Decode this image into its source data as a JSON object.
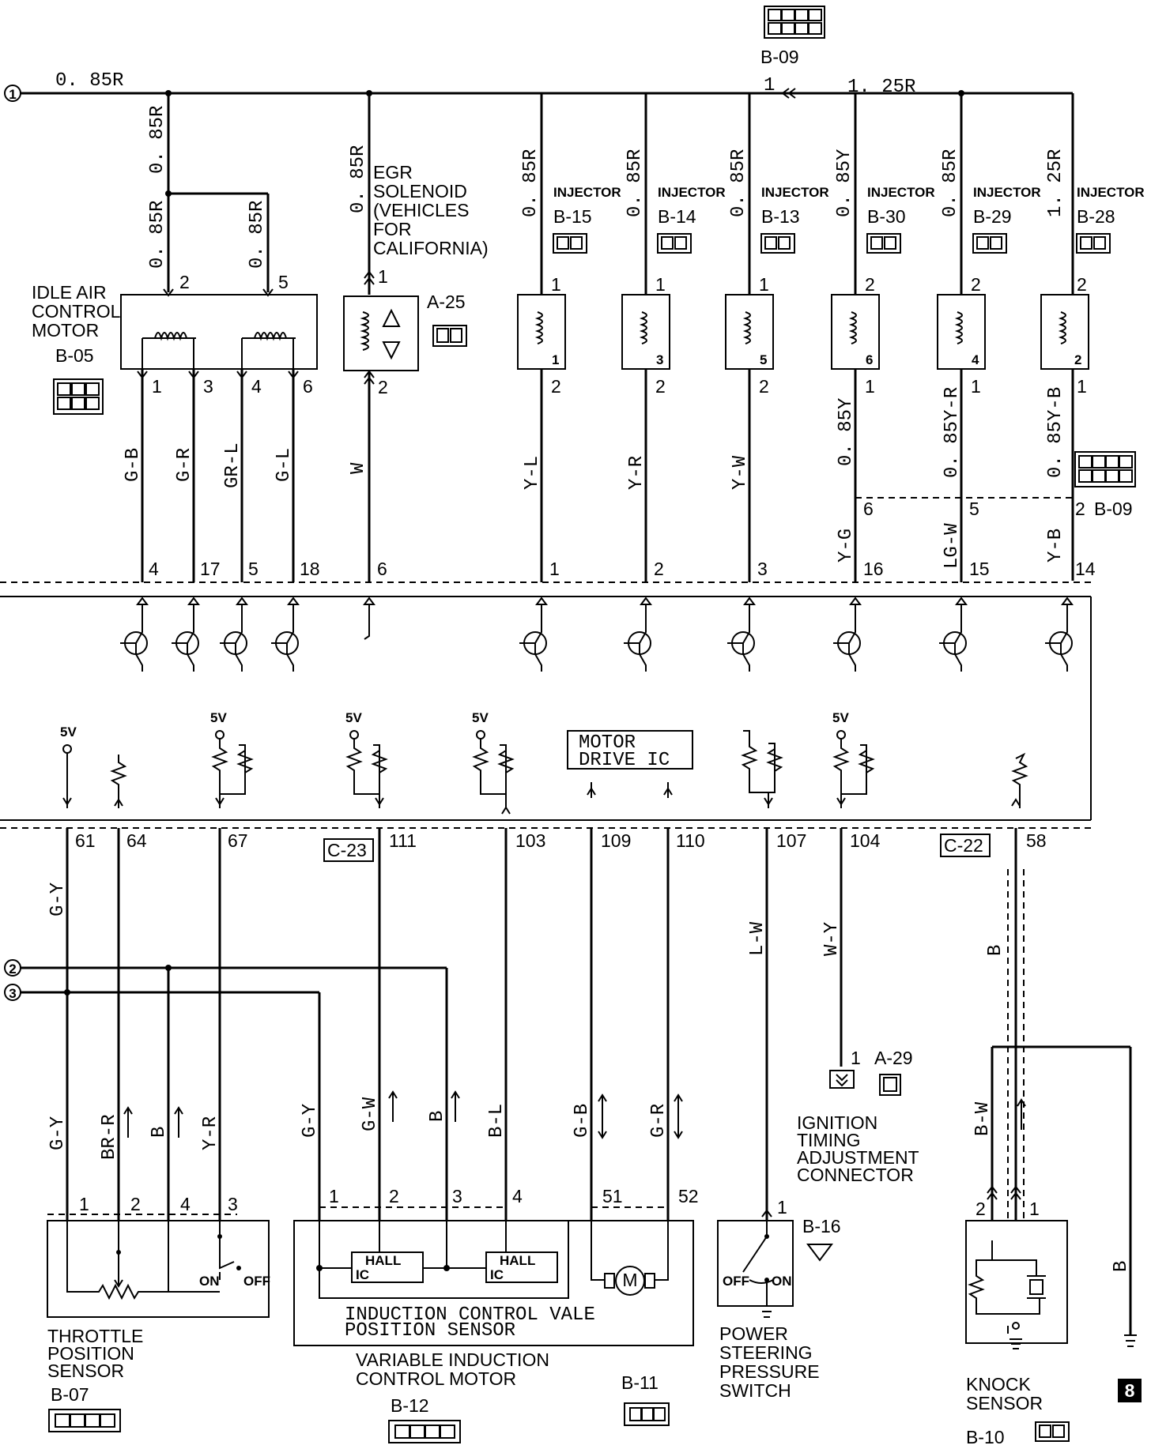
{
  "top": {
    "connector_b09_top": "B-09",
    "pin_b09_1": "1",
    "wire_085r_main": "0. 85R",
    "wire_125r_main": "1. 25R",
    "circle_1": "1"
  },
  "idle_air": {
    "label": [
      "IDLE AIR",
      "CONTROL",
      "MOTOR"
    ],
    "connector": "B-05",
    "wire_main": "0. 85R",
    "wire_a": "0. 85R",
    "wire_b": "0. 85R",
    "pin_2": "2",
    "pin_5": "5",
    "pins_bottom": [
      "1",
      "3",
      "4",
      "6"
    ],
    "wires_bottom": [
      "G-B",
      "G-R",
      "GR-L",
      "G-L"
    ],
    "ecu_pins": [
      "4",
      "17",
      "5",
      "18"
    ]
  },
  "egr": {
    "label": [
      "EGR",
      "SOLENOID",
      "(VEHICLES",
      "FOR",
      "CALIFORNIA)"
    ],
    "wire": "0. 85R",
    "connector": "A-25",
    "pin_top": "1",
    "pin_bottom": "2",
    "wire_bottom": "W",
    "ecu_pin": "6"
  },
  "injectors": [
    {
      "label": "INJECTOR",
      "connector": "B-15",
      "wire_top": "0. 85R",
      "pin_top": "1",
      "pin_bottom": "2",
      "internal": "1",
      "wire_bottom": "Y-L",
      "ecu_pin": "1"
    },
    {
      "label": "INJECTOR",
      "connector": "B-14",
      "wire_top": "0. 85R",
      "pin_top": "1",
      "pin_bottom": "2",
      "internal": "3",
      "wire_bottom": "Y-R",
      "ecu_pin": "2"
    },
    {
      "label": "INJECTOR",
      "connector": "B-13",
      "wire_top": "0. 85R",
      "pin_top": "1",
      "pin_bottom": "2",
      "internal": "5",
      "wire_bottom": "Y-W",
      "ecu_pin": "3"
    },
    {
      "label": "INJECTOR",
      "connector": "B-30",
      "wire_top": "0. 85Y",
      "pin_top": "2",
      "pin_bottom": "1",
      "internal": "6",
      "wire_bottom": "0. 85Y",
      "b09_pin": "6",
      "wire_lower": "Y-G",
      "ecu_pin": "16"
    },
    {
      "label": "INJECTOR",
      "connector": "B-29",
      "wire_top": "0. 85R",
      "pin_top": "2",
      "pin_bottom": "1",
      "internal": "4",
      "wire_bottom": "0. 85Y-R",
      "b09_pin": "5",
      "wire_lower": "LG-W",
      "ecu_pin": "15"
    },
    {
      "label": "INJECTOR",
      "connector": "B-28",
      "wire_top": "1. 25R",
      "pin_top": "2",
      "pin_bottom": "1",
      "internal": "2",
      "wire_bottom": "0. 85Y-B",
      "b09_pin": "2",
      "wire_lower": "Y-B",
      "ecu_pin": "14"
    }
  ],
  "b09_side": "B-09",
  "ecu": {
    "v5_labels": [
      "5V",
      "5V",
      "5V",
      "5V",
      "5V"
    ],
    "motor_drive": [
      "MOTOR",
      "DRIVE IC"
    ],
    "bottom_pins": [
      "61",
      "64",
      "67",
      "111",
      "103",
      "109",
      "110",
      "107",
      "104",
      "58"
    ],
    "conn_c23": "C-23",
    "conn_c22": "C-22"
  },
  "circles": {
    "c2": "2",
    "c3": "3"
  },
  "tps": {
    "label": [
      "THROTTLE",
      "POSITION",
      "SENSOR"
    ],
    "connector": "B-07",
    "wire_upper": "G-Y",
    "wires": [
      "G-Y",
      "BR-R",
      "B",
      "Y-R"
    ],
    "pins": [
      "1",
      "2",
      "4",
      "3"
    ],
    "on": "ON",
    "off": "OFF"
  },
  "vic": {
    "sensor_label": [
      "INDUCTION CONTROL VALE",
      "POSITION SENSOR"
    ],
    "motor_label": [
      "VARIABLE INDUCTION",
      "CONTROL MOTOR"
    ],
    "connector_a": "B-12",
    "connector_b": "B-11",
    "wires": [
      "G-Y",
      "G-W",
      "B",
      "B-L",
      "G-B",
      "G-R"
    ],
    "pins": [
      "1",
      "2",
      "3",
      "4",
      "51",
      "52"
    ],
    "hall": [
      "HALL",
      "IC"
    ]
  },
  "ps_switch": {
    "label": [
      "POWER",
      "STEERING",
      "PRESSURE",
      "SWITCH"
    ],
    "connector": "B-16",
    "wire": "L-W",
    "pin": "1",
    "off": "OFF",
    "on": "ON"
  },
  "ignition": {
    "label": [
      "IGNITION",
      "TIMING",
      "ADJUSTMENT",
      "CONNECTOR"
    ],
    "connector": "A-29",
    "wire": "W-Y",
    "pin": "1"
  },
  "knock": {
    "label": [
      "KNOCK",
      "SENSOR"
    ],
    "connector": "B-10",
    "wire_main": "B",
    "wire_bw": "B-W",
    "wire_ground": "B",
    "pins": [
      "2",
      "1"
    ]
  },
  "page_marker": "8"
}
